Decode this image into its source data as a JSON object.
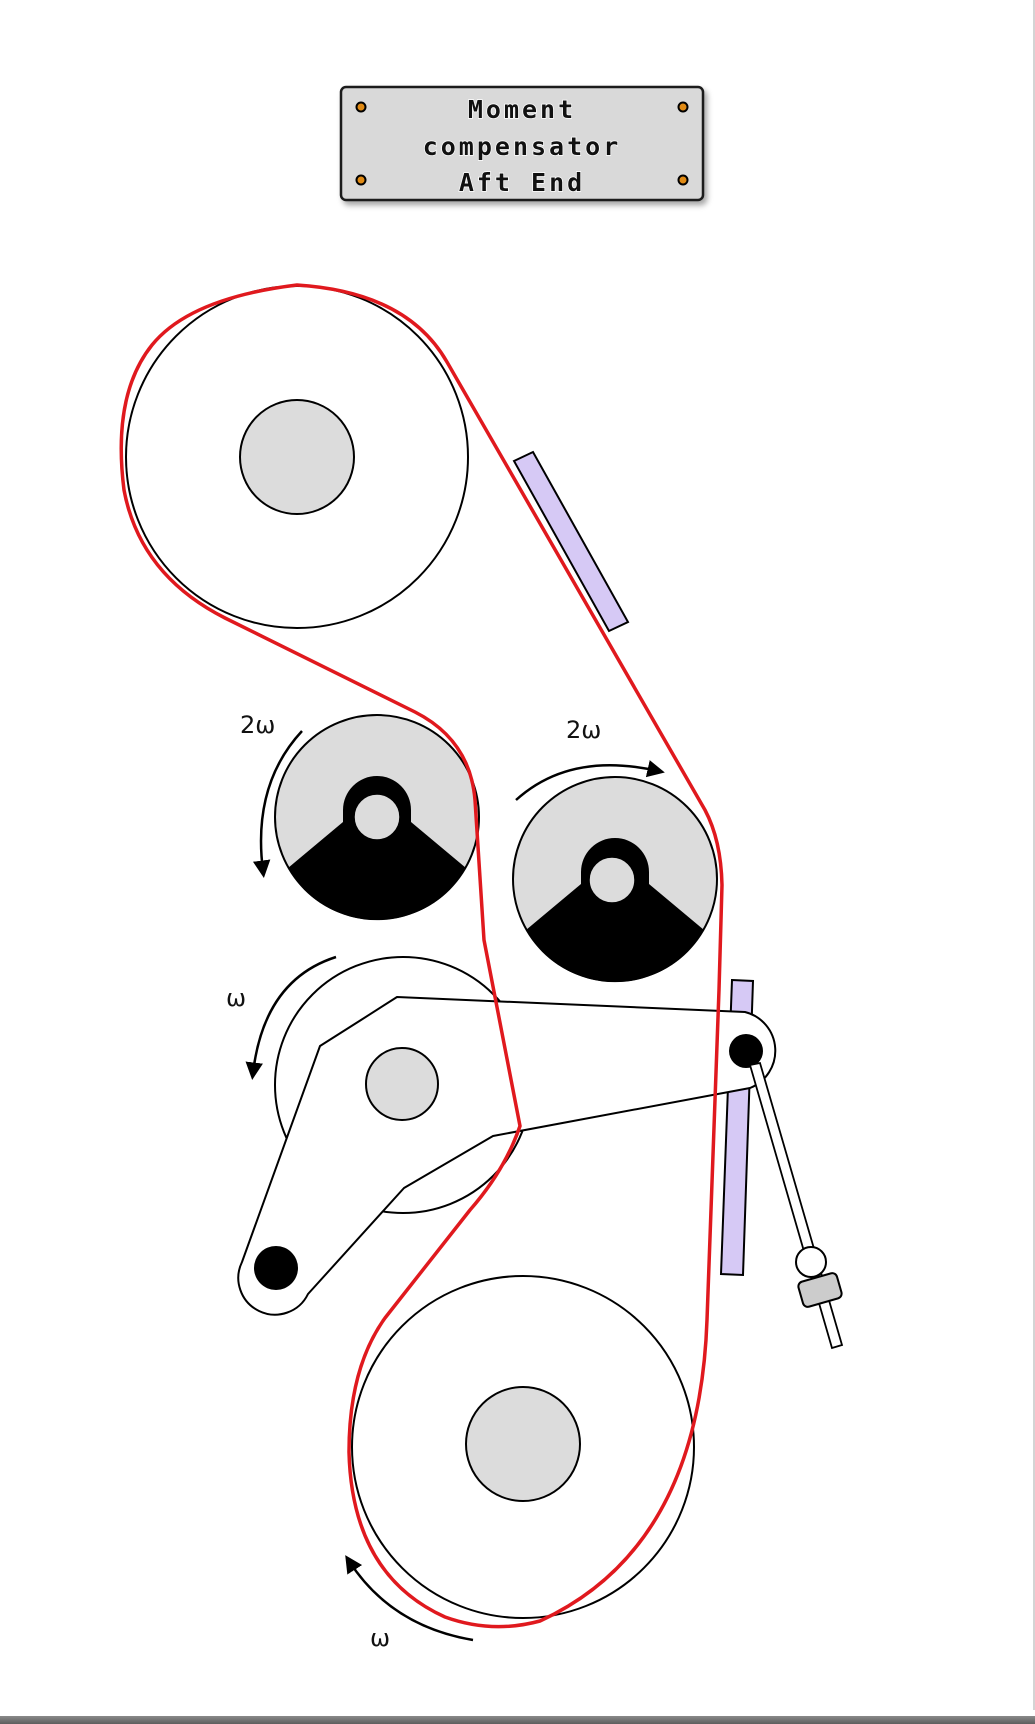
{
  "plate": {
    "line1": "Moment",
    "line2": "compensator",
    "line3": "Aft End"
  },
  "labels": {
    "left_cam_speed": "2ω",
    "right_cam_speed": "2ω",
    "tension_pulley_speed": "ω",
    "bottom_pulley_speed": "ω"
  },
  "colors": {
    "belt": "#e0191e",
    "pulley_fill": "#ffffff",
    "hub_fill": "#dcdcdc",
    "cam_fill": "#dcdcdc",
    "cam_counterweight": "#000000",
    "guide_rail": "#d6c9f5",
    "plate_fill": "#d9d9d9",
    "plate_screw": "#e08a14"
  }
}
